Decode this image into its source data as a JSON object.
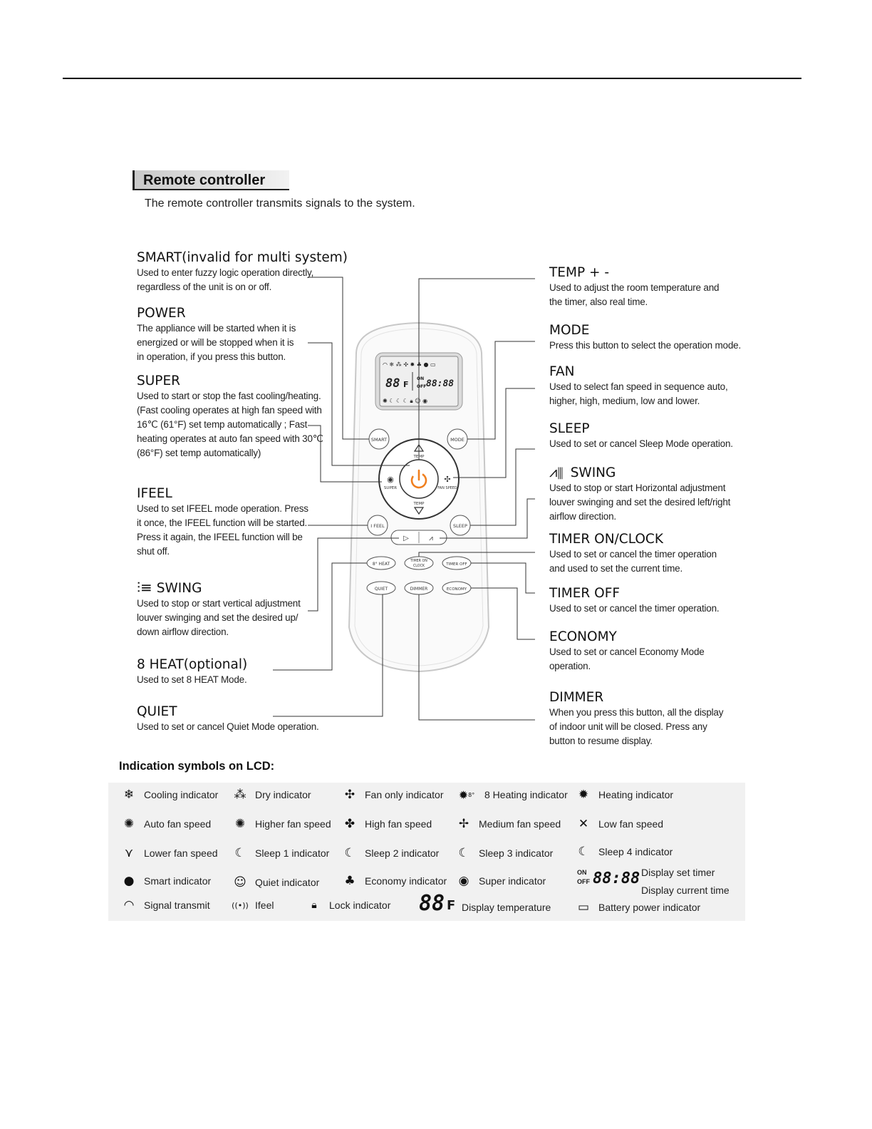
{
  "header": {
    "section_title": "Remote controller",
    "intro": "The remote controller transmits signals  to the system."
  },
  "left_callouts": [
    {
      "title": "SMART(invalid for multi system)",
      "lines": [
        "Used to enter fuzzy logic operation directly,",
        "regardless of the unit is on or off."
      ]
    },
    {
      "title": "POWER",
      "lines": [
        "The appliance will be started when it is",
        "energized or will be stopped when it is",
        "in operation, if you press this button."
      ]
    },
    {
      "title": "SUPER",
      "lines": [
        "Used to start or stop the fast cooling/heating.",
        "(Fast cooling operates at high fan speed with",
        "16℃ (61°F)  set temp automatically ; Fast",
        "heating operates at auto fan speed with 30℃",
        "(86°F)  set temp automatically)"
      ]
    },
    {
      "title": "IFEEL",
      "lines": [
        "Used to set IFEEL mode operation. Press",
        "it once, the IFEEL function will be started.",
        "Press it again, the IFEEL function will be",
        "shut off."
      ]
    },
    {
      "title": "SWING",
      "lines": [
        "Used to stop or start vertical adjustment",
        "louver swinging and set the desired up/",
        "down airflow direction."
      ]
    },
    {
      "title": "8   HEAT(optional)",
      "lines": [
        "Used to set 8   HEAT Mode."
      ]
    },
    {
      "title": "QUIET",
      "lines": [
        "Used to set or cancel Quiet Mode operation."
      ]
    }
  ],
  "right_callouts": [
    {
      "title": "TEMP + -",
      "lines": [
        "Used to adjust  the room temperature and",
        "the timer, also real time."
      ]
    },
    {
      "title": "MODE",
      "lines": [
        "Press this button to select the operation mode."
      ]
    },
    {
      "title": "FAN",
      "lines": [
        "Used to select fan speed in sequence auto,",
        "higher, high, medium, low and lower."
      ]
    },
    {
      "title": "SLEEP",
      "lines": [
        "Used to set or cancel Sleep Mode operation."
      ]
    },
    {
      "title": "SWING",
      "lines": [
        "Used to stop or start Horizontal adjustment",
        "louver swinging and set the desired left/right",
        "airflow direction."
      ]
    },
    {
      "title": "TIMER ON/CLOCK",
      "lines": [
        "Used to set or cancel the timer operation",
        "and used to set the current time."
      ]
    },
    {
      "title": "TIMER OFF",
      "lines": [
        "Used to set or cancel the timer operation."
      ]
    },
    {
      "title": "ECONOMY",
      "lines": [
        "Used to set or cancel Economy Mode",
        "operation."
      ]
    },
    {
      "title": "DIMMER",
      "lines": [
        "When you press this button, all the display",
        "of indoor unit will be closed. Press any",
        "button to resume display."
      ]
    }
  ],
  "remote": {
    "lcd_temp": "88",
    "lcd_unit": "F",
    "lcd_on": "ON",
    "lcd_off": "OFF",
    "lcd_time": "88:88",
    "buttons": {
      "smart": "SMART",
      "mode": "MODE",
      "temp_up": "TEMP",
      "temp_down": "TEMP",
      "super": "SUPER",
      "fan_speed": "FAN SPEED",
      "ifeel": "I FEEL",
      "sleep": "SLEEP",
      "heat8": "8° HEAT",
      "timer_on_1": "TIMER ON",
      "timer_on_2": "CLOCK",
      "timer_off": "TIMER OFF",
      "quiet": "QUIET",
      "dimmer": "DIMMER",
      "economy": "ECONOMY"
    }
  },
  "lcd_symbols": {
    "heading": "Indication symbols on LCD:",
    "items": [
      {
        "icon": "snowflake-icon",
        "glyph": "❄",
        "label": "Cooling indicator"
      },
      {
        "icon": "drops-icon",
        "glyph": "⁂",
        "label": "Dry indicator"
      },
      {
        "icon": "fan-icon",
        "glyph": "✣",
        "label": "Fan only indicator"
      },
      {
        "icon": "sun-8-icon",
        "glyph": "✹",
        "label": "8  Heating indicator",
        "extra": "8°"
      },
      {
        "icon": "sun-icon",
        "glyph": "✹",
        "label": "Heating indicator"
      },
      {
        "icon": "auto-fan-icon",
        "glyph": "✺",
        "label": "Auto fan speed"
      },
      {
        "icon": "higher-fan-icon",
        "glyph": "✺",
        "label": "Higher fan speed"
      },
      {
        "icon": "high-fan-icon",
        "glyph": "✤",
        "label": "High fan speed"
      },
      {
        "icon": "medium-fan-icon",
        "glyph": "✢",
        "label": "Medium fan speed"
      },
      {
        "icon": "low-fan-icon",
        "glyph": "✕",
        "label": "Low fan speed"
      },
      {
        "icon": "lower-fan-icon",
        "glyph": "⋎",
        "label": "Lower fan speed"
      },
      {
        "icon": "sleep1-icon",
        "glyph": "☾",
        "label": "Sleep 1  indicator"
      },
      {
        "icon": "sleep2-icon",
        "glyph": "☾",
        "label": "Sleep 2  indicator"
      },
      {
        "icon": "sleep3-icon",
        "glyph": "☾",
        "label": "Sleep 3  indicator"
      },
      {
        "icon": "sleep4-icon",
        "glyph": "☾",
        "label": "Sleep 4  indicator"
      },
      {
        "icon": "smart-icon",
        "glyph": "●",
        "label": "Smart  indicator"
      },
      {
        "icon": "quiet-icon",
        "glyph": "☺",
        "label": "Quiet  indicator"
      },
      {
        "icon": "economy-icon",
        "glyph": "♣",
        "label": "Economy  indicator"
      },
      {
        "icon": "super-icon",
        "glyph": "◉",
        "label": "Super  indicator"
      },
      {
        "icon": "signal-icon",
        "glyph": "◠",
        "label": "Signal transmit"
      },
      {
        "icon": "ifeel-icon",
        "glyph": "((•))",
        "label": "Ifeel"
      },
      {
        "icon": "lock-icon",
        "glyph": "🔒︎",
        "label": "Lock indicator"
      },
      {
        "icon": "battery-icon",
        "glyph": "▭",
        "label": "Battery power indicator"
      }
    ],
    "timer_display": {
      "on": "ON",
      "off": "OFF",
      "digits": "88:88",
      "label1": "Display set timer",
      "label2": "Display current time"
    },
    "temp_display": {
      "digits": "88",
      "unit": "F",
      "label": "Display temperature"
    }
  }
}
